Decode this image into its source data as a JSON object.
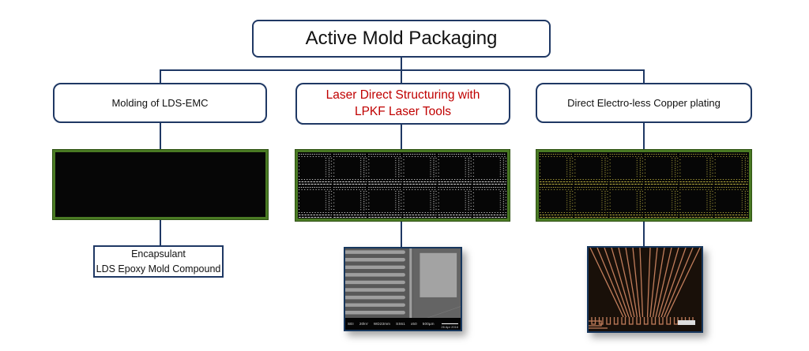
{
  "title": {
    "label": "Active Mold Packaging"
  },
  "branches": [
    {
      "label": "Molding of LDS-EMC"
    },
    {
      "label": "Laser Direct Structuring with\nLPKF Laser Tools"
    },
    {
      "label": "Direct Electro-less Copper plating"
    }
  ],
  "encapsulant": {
    "label": "Encapsulant\nLDS Epoxy Mold Compound"
  },
  "sem_image": {
    "footer_tokens": [
      "SEI",
      "20kV",
      "WD23mm",
      "SS61",
      "x50",
      "500µm"
    ],
    "date": "26 Apr 2016"
  },
  "colors": {
    "navy": "#1f3864",
    "line": "#1f3864",
    "red": "#c00000",
    "green_border": "#4a7a24",
    "green_edge": "#2f5214",
    "panel_bg": "#060606",
    "trace_white": "#d8d8d8",
    "trace_yellow": "#b9ae3e",
    "sem_border": "#17375e",
    "copper": "#c17d5b",
    "copper_bg": "#191009"
  }
}
